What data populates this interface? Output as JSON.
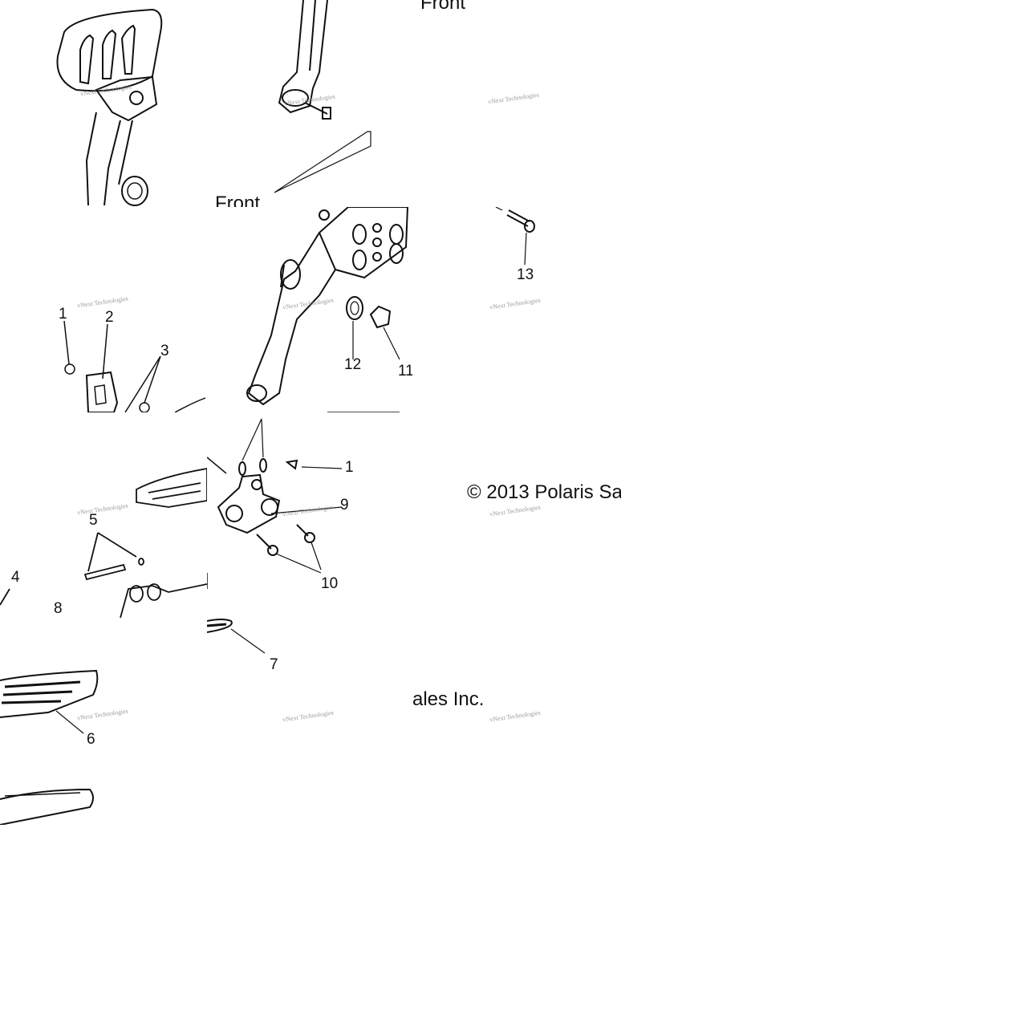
{
  "diagram": {
    "front_label_top": "Front",
    "front_label_mid": "Front",
    "copyright_left": "© 2013 Polaris Sa",
    "copyright_right": "ales Inc.",
    "watermark": "vNext Technologies",
    "callouts": {
      "c1a": "1",
      "c2": "2",
      "c3": "3",
      "c4": "4",
      "c5": "5",
      "c6": "6",
      "c7": "7",
      "c8": "8",
      "c9": "9",
      "c10": "10",
      "c11": "11",
      "c12": "12",
      "c13": "13",
      "c1b": "1"
    }
  },
  "colors": {
    "line": "#111111",
    "watermark": "#8a8a8a",
    "background": "#ffffff"
  }
}
